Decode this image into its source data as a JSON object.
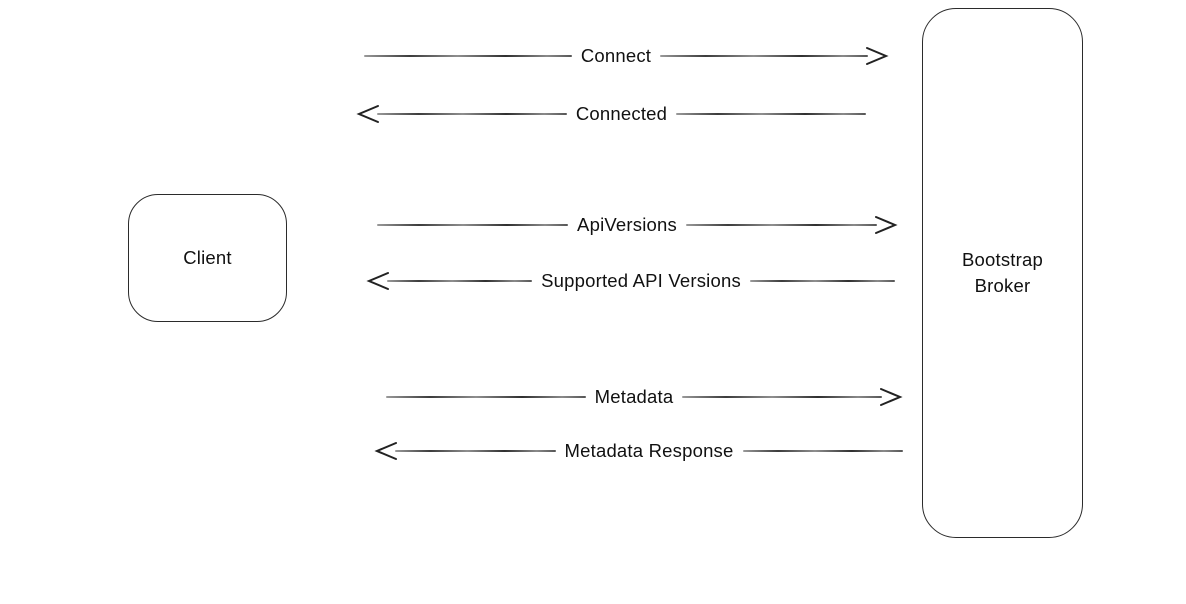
{
  "diagram": {
    "nodes": {
      "client": {
        "label": "Client"
      },
      "broker": {
        "label": "Bootstrap Broker"
      }
    },
    "messages": [
      {
        "label": "Connect",
        "direction": "right"
      },
      {
        "label": "Connected",
        "direction": "left"
      },
      {
        "label": "ApiVersions",
        "direction": "right"
      },
      {
        "label": "Supported API Versions",
        "direction": "left"
      },
      {
        "label": "Metadata",
        "direction": "right"
      },
      {
        "label": "Metadata Response",
        "direction": "left"
      }
    ],
    "colors": {
      "background": "#ffffff",
      "node_border": "#2b2b2b",
      "line": "#555555",
      "arrowhead": "#222222",
      "text": "#111111"
    }
  }
}
